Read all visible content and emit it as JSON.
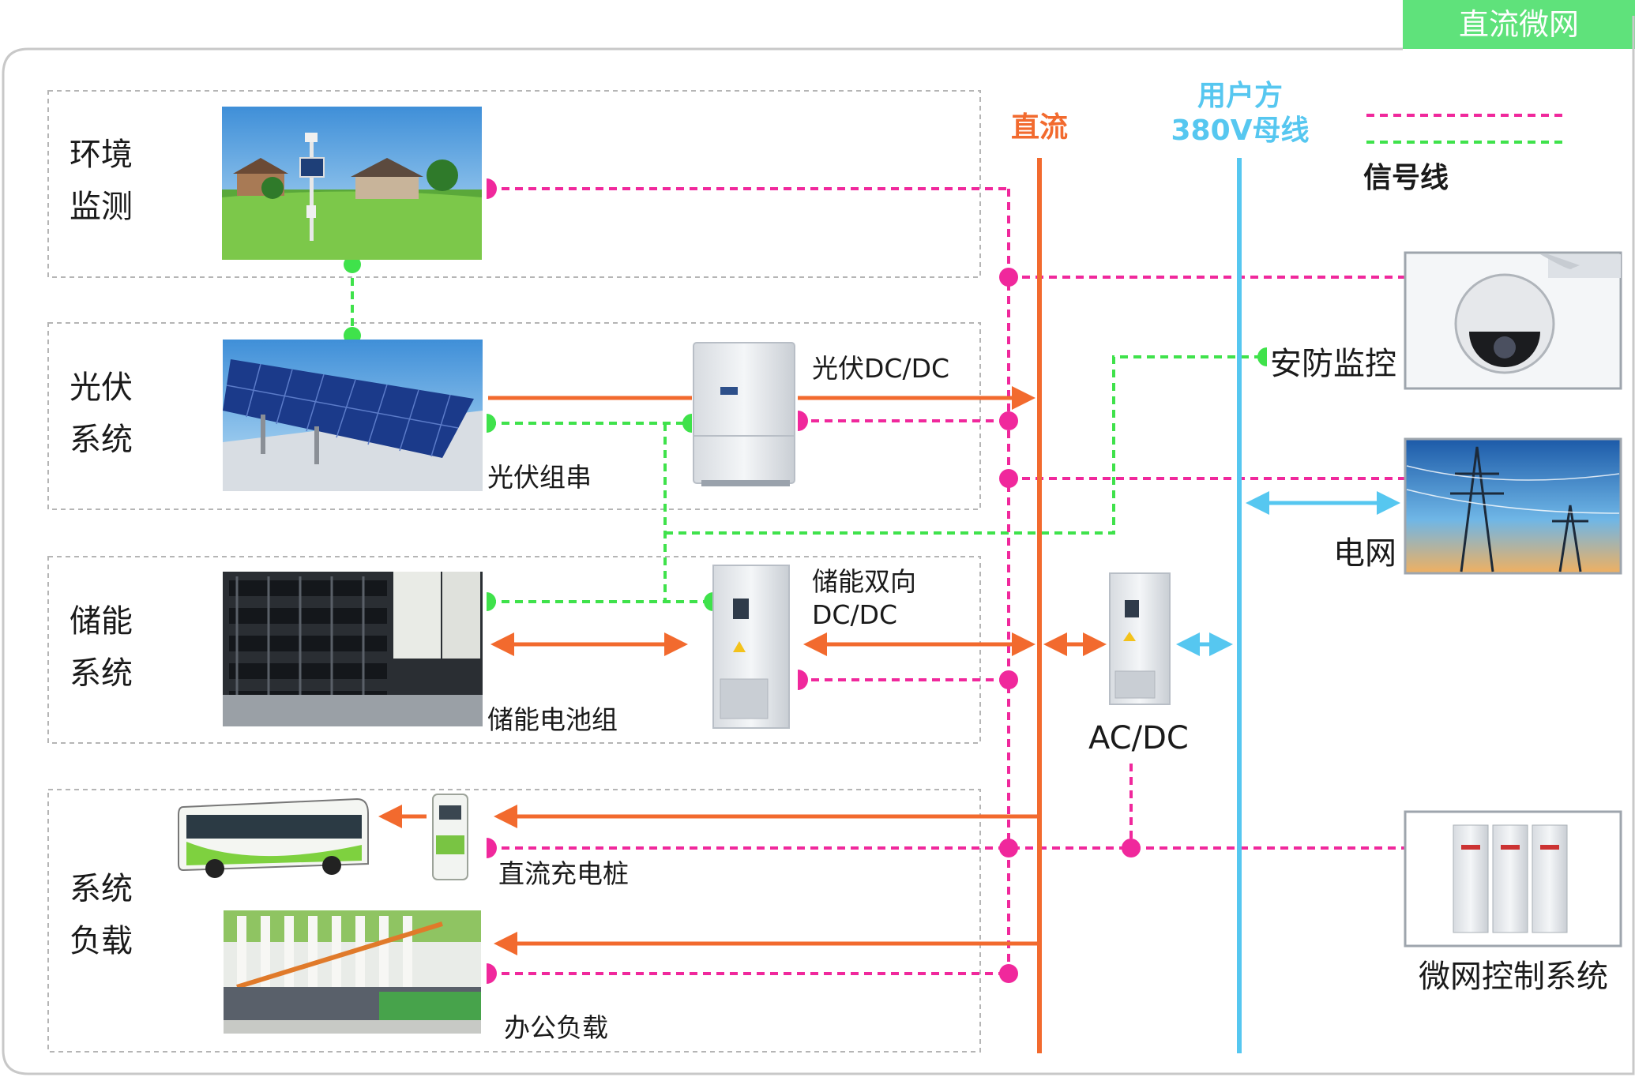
{
  "title": "直流微网",
  "sections": {
    "env": "环境\n监测",
    "pv": "光伏\n系统",
    "storage": "储能\n系统",
    "load": "系统\n负载"
  },
  "bus": {
    "dc": "直流",
    "ac": "用户方\n380V母线"
  },
  "legend": {
    "signal": "信号线"
  },
  "labels": {
    "pv_string": "光伏组串",
    "pv_dcdc": "光伏DC/DC",
    "storage_dcdc": "储能双向\nDC/DC",
    "battery": "储能电池组",
    "acdc": "AC/DC",
    "security": "安防监控",
    "grid": "电网",
    "charger": "直流充电桩",
    "office": "办公负载",
    "controller": "微网控制系统"
  },
  "colors": {
    "dc": "#f26a2e",
    "ac": "#56c7f0",
    "signal_magenta": "#f0289c",
    "signal_green": "#3fe24b",
    "badge": "#5fe27b"
  }
}
